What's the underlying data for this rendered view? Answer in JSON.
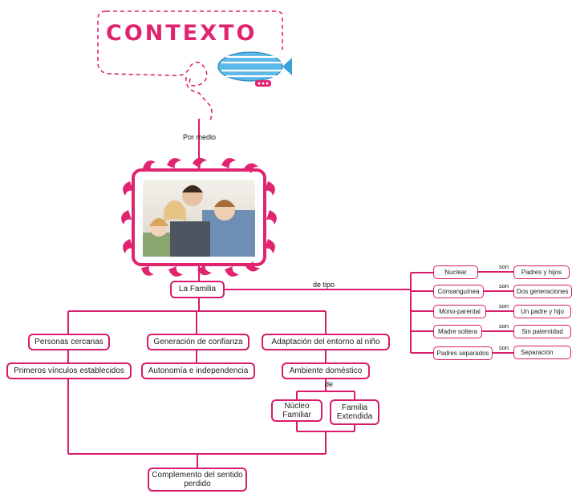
{
  "header": {
    "title": "CONTEXTO"
  },
  "edge_labels": {
    "por_medio": "Por medio",
    "de_tipo": "de tipo",
    "de": "de",
    "son": "son"
  },
  "root": {
    "label": "La Familia"
  },
  "branches": [
    {
      "label": "Personas cercanas",
      "child": "Primeros vínculos establecidos"
    },
    {
      "label": "Generación de confianza",
      "child": "Autonomía e independencia"
    },
    {
      "label": "Adaptación del entorno al niño",
      "child": "Ambiente doméstico",
      "leaves": [
        "Núcleo Familiar",
        "Familia Extendida"
      ]
    }
  ],
  "conclusion": {
    "label": "Complemento del sentido perdido"
  },
  "family_types": [
    {
      "type": "Nuclear",
      "desc": "Padres y hijos"
    },
    {
      "type": "Consanguínea",
      "desc": "Dos generaciones"
    },
    {
      "type": "Mono-parental",
      "desc": "Un padre y  hijo"
    },
    {
      "type": "Madre soltera",
      "desc": "Sin paternidad"
    },
    {
      "type": "Padres separados",
      "desc": "Separación"
    }
  ],
  "icons": [
    "airship-icon",
    "family-photo",
    "ornamental-frame"
  ],
  "colors": {
    "accent": "#d81b6a",
    "title": "#e0246f",
    "airship": "#5bb8e8"
  }
}
